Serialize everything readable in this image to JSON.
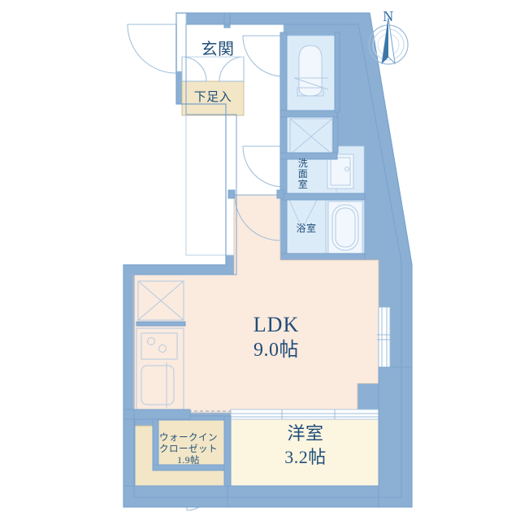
{
  "plan": {
    "title": "Japanese apartment floor plan",
    "colors": {
      "wall": "#8cafd4",
      "wall_stroke": "#6f9bc6",
      "floor_ldk": "#fbeade",
      "floor_room": "#fcf5e0",
      "fixture_fill": "#ddeaf7",
      "wet_area": "#dcebf8",
      "closet_fill": "#f2e6c6",
      "text": "#1f4e79",
      "line": "#a9c6e0",
      "door_arc": "#8fb3d4",
      "window": "#ffffff",
      "background": "#ffffff"
    },
    "rooms": [
      {
        "id": "genkan",
        "label": "玄関",
        "area": ""
      },
      {
        "id": "getabako",
        "label": "下足入",
        "area": ""
      },
      {
        "id": "senmen",
        "label": "洗面室",
        "area": ""
      },
      {
        "id": "yokushitsu",
        "label": "浴室",
        "area": ""
      },
      {
        "id": "ldk",
        "label": "LDK",
        "area": "9.0帖"
      },
      {
        "id": "yoshitsu",
        "label": "洋室",
        "area": "3.2帖"
      },
      {
        "id": "wic",
        "label": "ウォークイン\nクローゼット",
        "area": "1.9帖"
      }
    ],
    "labels": {
      "genkan": "玄関",
      "getabako": "下足入",
      "senmen_l1": "洗",
      "senmen_l2": "面",
      "senmen_l3": "室",
      "yokushitsu": "浴室",
      "ldk_name": "LDK",
      "ldk_area": "9.0帖",
      "yoshitsu_name": "洋室",
      "yoshitsu_area": "3.2帖",
      "wic_line1": "ウォークイン",
      "wic_line2": "クローゼット",
      "wic_area": "1.9帖"
    },
    "compass": {
      "letter": "N",
      "name": "north-arrow"
    },
    "fixtures": [
      {
        "name": "toilet",
        "room": "toilet-room"
      },
      {
        "name": "washer-space",
        "room": "washer-area"
      },
      {
        "name": "vanity-sink",
        "room": "senmen"
      },
      {
        "name": "bathtub",
        "room": "yokushitsu"
      },
      {
        "name": "refrigerator-space",
        "room": "ldk-kitchen"
      },
      {
        "name": "gas-stove",
        "room": "ldk-kitchen"
      },
      {
        "name": "kitchen-sink",
        "room": "ldk-kitchen"
      }
    ],
    "doors": [
      {
        "name": "entrance-door",
        "type": "swing"
      },
      {
        "name": "shoe-cabinet-doors",
        "type": "double-swing"
      },
      {
        "name": "washroom-door",
        "type": "swing"
      },
      {
        "name": "ldk-door",
        "type": "swing"
      },
      {
        "name": "bath-door",
        "type": "folding"
      },
      {
        "name": "closet-door",
        "type": "swing"
      },
      {
        "name": "ldk-bedroom-sliding",
        "type": "sliding"
      }
    ],
    "windows": [
      {
        "name": "ldk-east-window",
        "type": "sliding"
      },
      {
        "name": "bedroom-south-window",
        "type": "sliding"
      }
    ]
  }
}
